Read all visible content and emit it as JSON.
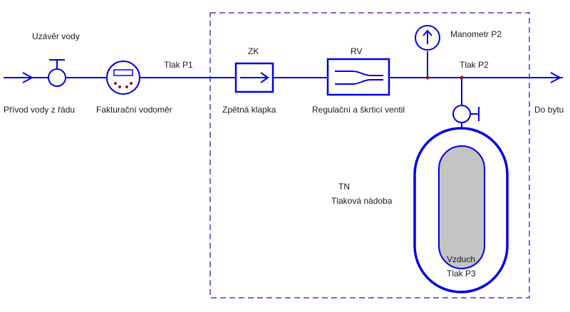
{
  "colors": {
    "pipe": "#0000e6",
    "junction": "#8b1a1a",
    "boundary": "#3b3bd6",
    "air": "#c4c4c4",
    "text": "#1a1a1a"
  },
  "labels": {
    "valve_top": "Uzávěr vody",
    "supply": "Přívod vody z řádu",
    "meter": "Fakturační vodoměr",
    "pressure_p1": "Tlak P1",
    "zk_code": "ZK",
    "zk_name": "Zpětná klapka",
    "rv_code": "RV",
    "rv_name": "Regulační a škrticí ventil",
    "gauge": "Manometr P2",
    "pressure_p2": "Tlak P2",
    "output": "Do bytu",
    "tn_code": "TN",
    "tn_name": "Tlaková nádoba",
    "air": "Vzduch",
    "pressure_p3": "Tlak P3"
  }
}
